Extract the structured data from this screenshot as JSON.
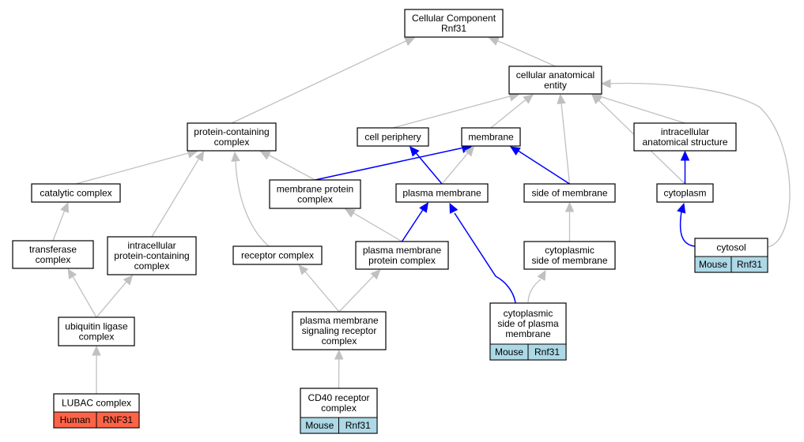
{
  "colors": {
    "edge_gray": "#c0c0c0",
    "edge_blue": "#0000ff",
    "mouse_fill": "#add8e6",
    "human_fill": "#ff6347"
  },
  "nodes": {
    "root": {
      "lines": [
        "Cellular Component",
        "Rnf31"
      ]
    },
    "cae": {
      "lines": [
        "cellular anatomical",
        "entity"
      ]
    },
    "pcc": {
      "lines": [
        "protein-containing",
        "complex"
      ]
    },
    "cell_periph": {
      "lines": [
        "cell periphery"
      ]
    },
    "membrane": {
      "lines": [
        "membrane"
      ]
    },
    "ias": {
      "lines": [
        "intracellular",
        "anatomical structure"
      ]
    },
    "catalytic": {
      "lines": [
        "catalytic complex"
      ]
    },
    "mem_prot": {
      "lines": [
        "membrane protein",
        "complex"
      ]
    },
    "plasma_mem": {
      "lines": [
        "plasma membrane"
      ]
    },
    "side_mem": {
      "lines": [
        "side of membrane"
      ]
    },
    "cytoplasm": {
      "lines": [
        "cytoplasm"
      ]
    },
    "transferase": {
      "lines": [
        "transferase",
        "complex"
      ]
    },
    "intra_pcc": {
      "lines": [
        "intracellular",
        "protein-containing",
        "complex"
      ]
    },
    "receptor": {
      "lines": [
        "receptor complex"
      ]
    },
    "pm_prot": {
      "lines": [
        "plasma membrane",
        "protein complex"
      ]
    },
    "cyto_side": {
      "lines": [
        "cytoplasmic",
        "side of membrane"
      ]
    },
    "cytosol": {
      "lines": [
        "cytosol"
      ],
      "annot": {
        "species": "Mouse",
        "gene": "Rnf31",
        "fill": "#add8e6"
      }
    },
    "ubiquitin": {
      "lines": [
        "ubiquitin ligase",
        "complex"
      ]
    },
    "pm_sig": {
      "lines": [
        "plasma membrane",
        "signaling receptor",
        "complex"
      ]
    },
    "cyto_side_pm": {
      "lines": [
        "cytoplasmic",
        "side of plasma",
        "membrane"
      ],
      "annot": {
        "species": "Mouse",
        "gene": "Rnf31",
        "fill": "#add8e6"
      }
    },
    "lubac": {
      "lines": [
        "LUBAC complex"
      ],
      "annot": {
        "species": "Human",
        "gene": "RNF31",
        "fill": "#ff6347"
      }
    },
    "cd40": {
      "lines": [
        "CD40 receptor",
        "complex"
      ],
      "annot": {
        "species": "Mouse",
        "gene": "Rnf31",
        "fill": "#add8e6"
      }
    }
  },
  "edges": [
    {
      "from": "cae",
      "to": "root",
      "style": "gray"
    },
    {
      "from": "pcc",
      "to": "root",
      "style": "gray"
    },
    {
      "from": "cell_periph",
      "to": "cae",
      "style": "gray"
    },
    {
      "from": "membrane",
      "to": "cae",
      "style": "gray"
    },
    {
      "from": "ias",
      "to": "cae",
      "style": "gray"
    },
    {
      "from": "side_mem",
      "to": "cae",
      "style": "gray"
    },
    {
      "from": "cytoplasm",
      "to": "cae",
      "style": "gray"
    },
    {
      "from": "cytosol",
      "to": "cae",
      "style": "gray"
    },
    {
      "from": "catalytic",
      "to": "pcc",
      "style": "gray"
    },
    {
      "from": "intra_pcc",
      "to": "pcc",
      "style": "gray"
    },
    {
      "from": "receptor",
      "to": "pcc",
      "style": "gray"
    },
    {
      "from": "mem_prot",
      "to": "pcc",
      "style": "gray"
    },
    {
      "from": "mem_prot",
      "to": "membrane",
      "style": "blue"
    },
    {
      "from": "plasma_mem",
      "to": "cell_periph",
      "style": "blue"
    },
    {
      "from": "plasma_mem",
      "to": "membrane",
      "style": "gray"
    },
    {
      "from": "side_mem",
      "to": "membrane",
      "style": "blue"
    },
    {
      "from": "cytoplasm",
      "to": "ias",
      "style": "blue"
    },
    {
      "from": "transferase",
      "to": "catalytic",
      "style": "gray"
    },
    {
      "from": "pm_prot",
      "to": "mem_prot",
      "style": "gray"
    },
    {
      "from": "pm_prot",
      "to": "plasma_mem",
      "style": "blue"
    },
    {
      "from": "cyto_side_pm",
      "to": "plasma_mem",
      "style": "blue"
    },
    {
      "from": "cyto_side",
      "to": "side_mem",
      "style": "gray"
    },
    {
      "from": "cytosol",
      "to": "cytoplasm",
      "style": "blue"
    },
    {
      "from": "ubiquitin",
      "to": "transferase",
      "style": "gray"
    },
    {
      "from": "ubiquitin",
      "to": "intra_pcc",
      "style": "gray"
    },
    {
      "from": "pm_sig",
      "to": "receptor",
      "style": "gray"
    },
    {
      "from": "pm_sig",
      "to": "pm_prot",
      "style": "gray"
    },
    {
      "from": "cyto_side_pm",
      "to": "cyto_side",
      "style": "gray"
    },
    {
      "from": "lubac",
      "to": "ubiquitin",
      "style": "gray"
    },
    {
      "from": "cd40",
      "to": "pm_sig",
      "style": "gray"
    }
  ]
}
